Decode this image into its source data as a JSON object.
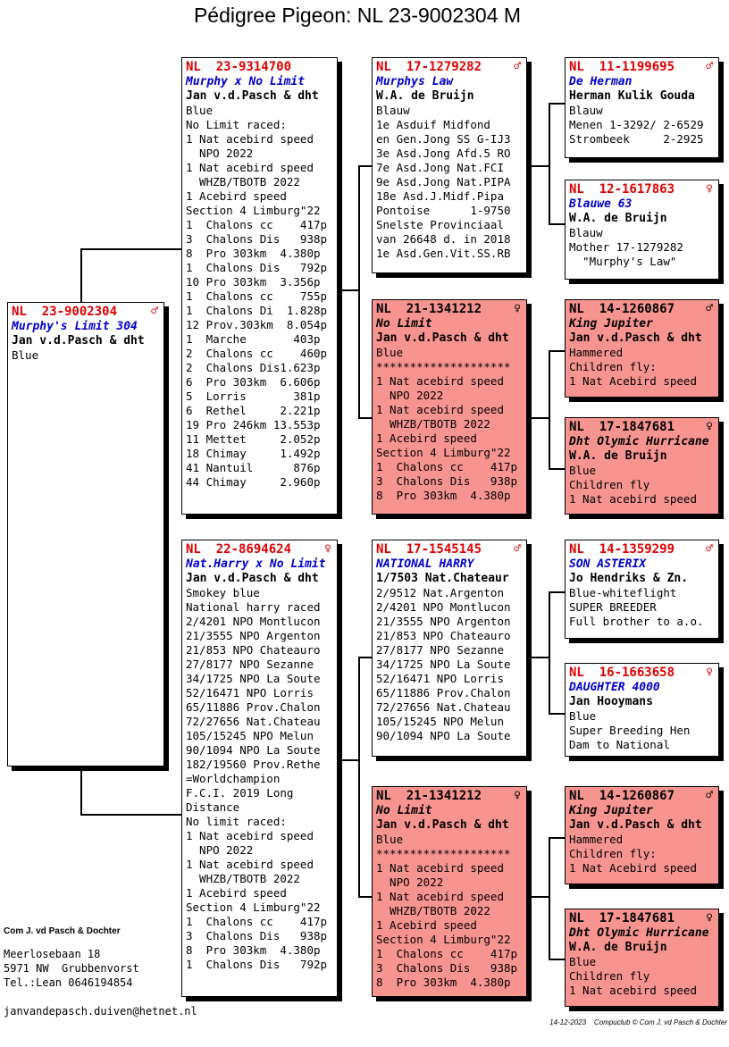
{
  "title": "Pédigree Pigeon: NL  23-9002304 M",
  "subject": {
    "ring": "NL  23-9002304",
    "sex": "♂",
    "name": "Murphy's Limit 304",
    "owner": "Jan v.d.Pasch & dht",
    "lines": [
      "Blue"
    ]
  },
  "father": {
    "ring": "NL  23-9314700",
    "sex": "",
    "name": "Murphy x No Limit",
    "owner": "Jan v.d.Pasch & dht",
    "lines": [
      "Blue",
      "No Limit raced:",
      "1 Nat acebird speed",
      "  NPO 2022",
      "1 Nat acebird speed",
      "  WHZB/TBOTB 2022",
      "1 Acebird speed",
      "Section 4 Limburg\"22",
      "1  Chalons cc    417p",
      "3  Chalons Dis   938p",
      "8  Pro 303km  4.380p",
      "1  Chalons Dis   792p",
      "10 Pro 303km  3.356p",
      "1  Chalons cc    755p",
      "1  Chalons Di  1.828p",
      "12 Prov.303km  8.054p",
      "1  Marche       403p",
      "2  Chalons cc    460p",
      "2  Chalons Dis1.623p",
      "6  Pro 303km  6.606p",
      "5  Lorris       381p",
      "6  Rethel     2.221p",
      "19 Pro 246km 13.553p",
      "11 Mettet     2.052p",
      "18 Chimay     1.492p",
      "41 Nantuil      876p",
      "44 Chimay     2.960p"
    ]
  },
  "mother": {
    "ring": "NL  22-8694624",
    "sex": "♀",
    "name": "Nat.Harry x No Limit",
    "owner": "Jan v.d.Pasch & dht",
    "lines": [
      "Smokey blue",
      "National harry raced",
      "2/4201 NPO Montlucon",
      "21/3555 NPO Argenton",
      "21/853 NPO Chateauro",
      "27/8177 NPO Sezanne",
      "34/1725 NPO La Soute",
      "52/16471 NPO Lorris",
      "65/11886 Prov.Chalon",
      "72/27656 Nat.Chateau",
      "105/15245 NPO Melun",
      "90/1094 NPO La Soute",
      "182/19560 Prov.Rethe",
      "=Worldchampion",
      "F.C.I. 2019 Long",
      "Distance",
      "No limit raced:",
      "1 Nat acebird speed",
      "  NPO 2022",
      "1 Nat acebird speed",
      "  WHZB/TBOTB 2022",
      "1 Acebird speed",
      "Section 4 Limburg\"22",
      "1  Chalons cc    417p",
      "3  Chalons Dis   938p",
      "8  Pro 303km  4.380p",
      "1  Chalons Dis   792p"
    ]
  },
  "ff": {
    "ring": "NL  17-1279282",
    "sex": "♂",
    "name": "Murphys Law",
    "owner": "W.A. de Bruijn",
    "lines": [
      "Blauw",
      "1e Asduif Midfond",
      "en Gen.Jong SS G-IJ3",
      "3e Asd.Jong Afd.5 RO",
      "7e Asd.Jong Nat.FCI",
      "9e Asd.Jong Nat.PIPA",
      "18e Asd.J.Midf.Pipa",
      "Pontoise      1-9750",
      "Snelste Provinciaal",
      "van 26648 d. in 2018",
      "1e Asd.Gen.Vit.SS.RB"
    ]
  },
  "fm": {
    "ring": "NL  21-1341212",
    "sex": "♀",
    "name": "No Limit",
    "owner": "Jan v.d.Pasch & dht",
    "lines": [
      "Blue",
      "********************",
      "1 Nat acebird speed",
      "  NPO 2022",
      "1 Nat acebird speed",
      "  WHZB/TBOTB 2022",
      "1 Acebird speed",
      "Section 4 Limburg\"22",
      "1  Chalons cc    417p",
      "3  Chalons Dis   938p",
      "8  Pro 303km  4.380p"
    ]
  },
  "mf": {
    "ring": "NL  17-1545145",
    "sex": "♂",
    "name": "NATIONAL HARRY",
    "owner": "1/7503 Nat.Chateaur",
    "lines": [
      "2/9512 Nat.Argenton",
      "2/4201 NPO Montlucon",
      "21/3555 NPO Argenton",
      "21/853 NPO Chateauro",
      "27/8177 NPO Sezanne",
      "34/1725 NPO La Soute",
      "52/16471 NPO Lorris",
      "65/11886 Prov.Chalon",
      "72/27656 Nat.Chateau",
      "105/15245 NPO Melun",
      "90/1094 NPO La Soute"
    ]
  },
  "mm": {
    "ring": "NL  21-1341212",
    "sex": "♀",
    "name": "No Limit",
    "owner": "Jan v.d.Pasch & dht",
    "lines": [
      "Blue",
      "********************",
      "1 Nat acebird speed",
      "  NPO 2022",
      "1 Nat acebird speed",
      "  WHZB/TBOTB 2022",
      "1 Acebird speed",
      "Section 4 Limburg\"22",
      "1  Chalons cc    417p",
      "3  Chalons Dis   938p",
      "8  Pro 303km  4.380p"
    ]
  },
  "fff": {
    "ring": "NL  11-1199695",
    "sex": "♂",
    "name": "De Herman",
    "owner": "Herman Kulik Gouda",
    "lines": [
      "Blauw",
      "Menen 1-3292/ 2-6529",
      "Strombeek     2-2925"
    ]
  },
  "ffm": {
    "ring": "NL  12-1617863",
    "sex": "♀",
    "name": "Blauwe 63",
    "owner": "W.A. de Bruijn",
    "lines": [
      "Blauw",
      "Mother 17-1279282",
      "  \"Murphy's Law\""
    ]
  },
  "fmf": {
    "ring": "NL  14-1260867",
    "sex": "♂",
    "name": "King Jupiter",
    "owner": "Jan v.d.Pasch & dht",
    "lines": [
      "Hammered",
      "Children fly:",
      "1 Nat Acebird speed"
    ]
  },
  "fmm": {
    "ring": "NL  17-1847681",
    "sex": "♀",
    "name": "Dht Olymic Hurricane",
    "owner": "W.A. de Bruijn",
    "lines": [
      "Blue",
      "Children fly",
      "1 Nat acebird speed"
    ]
  },
  "mff": {
    "ring": "NL  14-1359299",
    "sex": "♂",
    "name": "SON ASTERIX",
    "owner": "Jo Hendriks & Zn.",
    "lines": [
      "Blue-whiteflight",
      "SUPER BREEDER",
      "Full brother to a.o."
    ]
  },
  "mfm": {
    "ring": "NL  16-1663658",
    "sex": "♀",
    "name": "DAUGHTER 4000",
    "owner": "Jan Hooymans",
    "lines": [
      "Blue",
      "Super Breeding Hen",
      "Dam to National"
    ]
  },
  "mmf": {
    "ring": "NL  14-1260867",
    "sex": "♂",
    "name": "King Jupiter",
    "owner": "Jan v.d.Pasch & dht",
    "lines": [
      "Hammered",
      "Children fly:",
      "1 Nat Acebird speed"
    ]
  },
  "mmm": {
    "ring": "NL  17-1847681",
    "sex": "♀",
    "name": "Dht Olymic Hurricane",
    "owner": "W.A. de Bruijn",
    "lines": [
      "Blue",
      "Children fly",
      "1 Nat acebird speed"
    ]
  },
  "footer": {
    "company": "Com J. vd Pasch & Dochter",
    "address1": "Meerlosebaan 18",
    "address2": "5971 NW  Grubbenvorst",
    "phone": "Tel.:Lean 0646194854",
    "email": "janvandepasch.duiven@hetnet.nl",
    "stamp": "14-12-2023    Compuclub © Com J. vd Pasch & Dochter"
  }
}
